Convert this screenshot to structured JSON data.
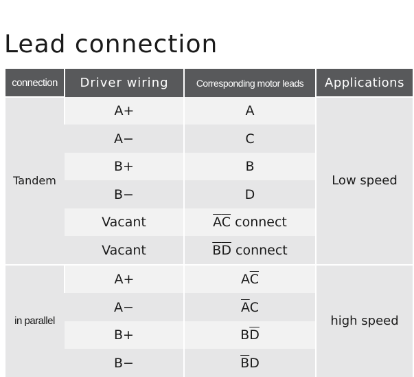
{
  "title": "Lead connection",
  "headers": {
    "connection": "connection",
    "driver_wiring": "Driver wiring",
    "motor_leads": "Corresponding motor leads",
    "applications": "Applications"
  },
  "groups": [
    {
      "connection": "Tandem",
      "application": "Low speed",
      "rows": [
        {
          "wiring": "A+",
          "leads": [
            {
              "t": "A",
              "over": false
            }
          ]
        },
        {
          "wiring": "A−",
          "leads": [
            {
              "t": "C",
              "over": false
            }
          ]
        },
        {
          "wiring": "B+",
          "leads": [
            {
              "t": "B",
              "over": false
            }
          ]
        },
        {
          "wiring": "B−",
          "leads": [
            {
              "t": "D",
              "over": false
            }
          ]
        },
        {
          "wiring": "Vacant",
          "leads": [
            {
              "t": "A",
              "over": true
            },
            {
              "t": "C",
              "over": true
            },
            {
              "t": " connect",
              "over": false
            }
          ]
        },
        {
          "wiring": "Vacant",
          "leads": [
            {
              "t": "B",
              "over": true
            },
            {
              "t": "D",
              "over": true
            },
            {
              "t": " connect",
              "over": false
            }
          ]
        }
      ]
    },
    {
      "connection": "in parallel",
      "application": "high speed",
      "rows": [
        {
          "wiring": "A+",
          "leads": [
            {
              "t": "A",
              "over": false
            },
            {
              "t": "C",
              "over": true
            }
          ]
        },
        {
          "wiring": "A−",
          "leads": [
            {
              "t": "A",
              "over": true
            },
            {
              "t": "C",
              "over": false
            }
          ]
        },
        {
          "wiring": "B+",
          "leads": [
            {
              "t": "B",
              "over": false
            },
            {
              "t": "D",
              "over": true
            }
          ]
        },
        {
          "wiring": "B−",
          "leads": [
            {
              "t": "B",
              "over": true
            },
            {
              "t": "D",
              "over": false
            }
          ]
        }
      ]
    }
  ]
}
